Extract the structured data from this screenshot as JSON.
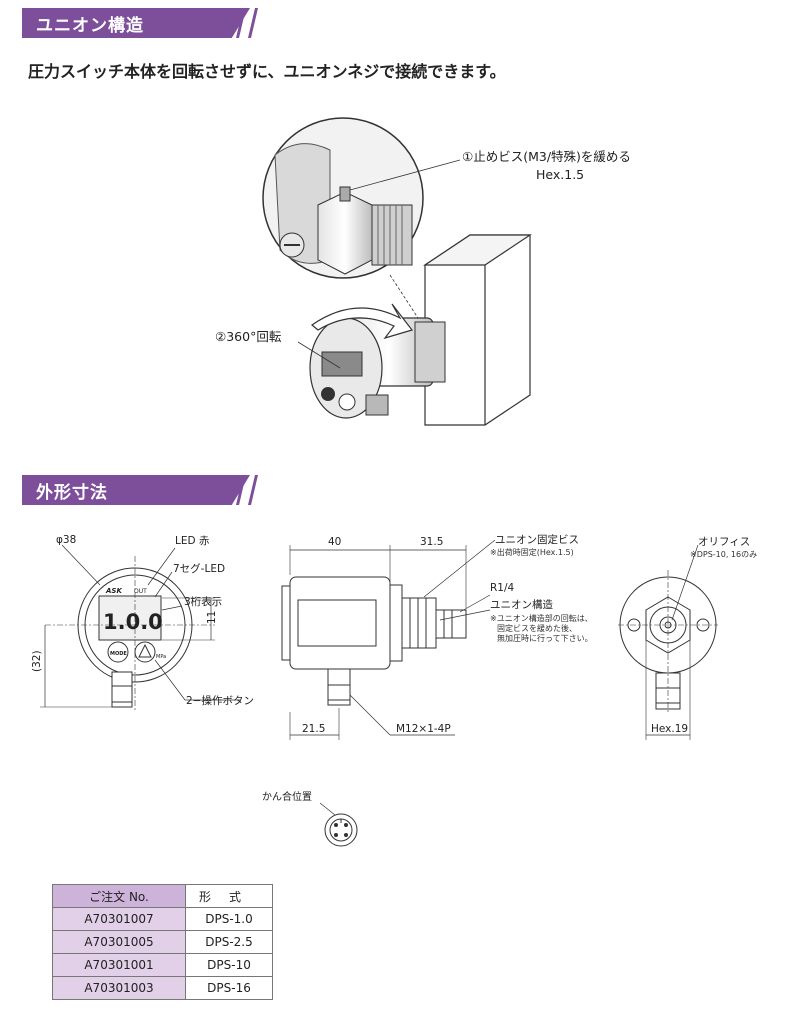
{
  "section1": {
    "title": "ユニオン構造",
    "lead": "圧力スイッチ本体を回転させずに、ユニオンネジで接続できます。",
    "callout_screw": "①止めビス(M3/特殊)を緩める",
    "callout_hex": "Hex.1.5",
    "callout_rotate": "②360°回転"
  },
  "section2": {
    "title": "外形寸法",
    "front": {
      "dia": "φ38",
      "led": "LED 赤",
      "seg": "7セグ-LED",
      "digits": "3桁表示",
      "dim11": "11",
      "dim32": "(32)",
      "buttons": "2−操作ボタン",
      "display": "1.0.0",
      "btn_mode": "MODE",
      "logo": "ASK",
      "out": "OUT",
      "mpa": "MPa"
    },
    "side": {
      "dim40": "40",
      "dim315": "31.5",
      "union_screw": "ユニオン固定ビス",
      "union_screw_note": "※出荷時固定(Hex.1.5)",
      "r14": "R1/4",
      "union": "ユニオン構造",
      "union_note1": "※ユニオン構造部の回転は、",
      "union_note2": "固定ビスを緩めた後、",
      "union_note3": "無加圧時に行って下さい。",
      "dim215": "21.5",
      "m12": "M12×1-4P"
    },
    "rear": {
      "orifice": "オリフィス",
      "orifice_note": "※DPS-10, 16のみ",
      "hex19": "Hex.19"
    },
    "connector": {
      "label": "かん合位置"
    }
  },
  "table": {
    "headers": [
      "ご注文 No.",
      "形式"
    ],
    "rows": [
      [
        "A70301007",
        "DPS-1.0"
      ],
      [
        "A70301005",
        "DPS-2.5"
      ],
      [
        "A70301001",
        "DPS-10"
      ],
      [
        "A70301003",
        "DPS-16"
      ]
    ]
  },
  "colors": {
    "accent": "#7d4f9b",
    "table_header": "#cdb2da",
    "table_cell": "#e1d0e8"
  }
}
